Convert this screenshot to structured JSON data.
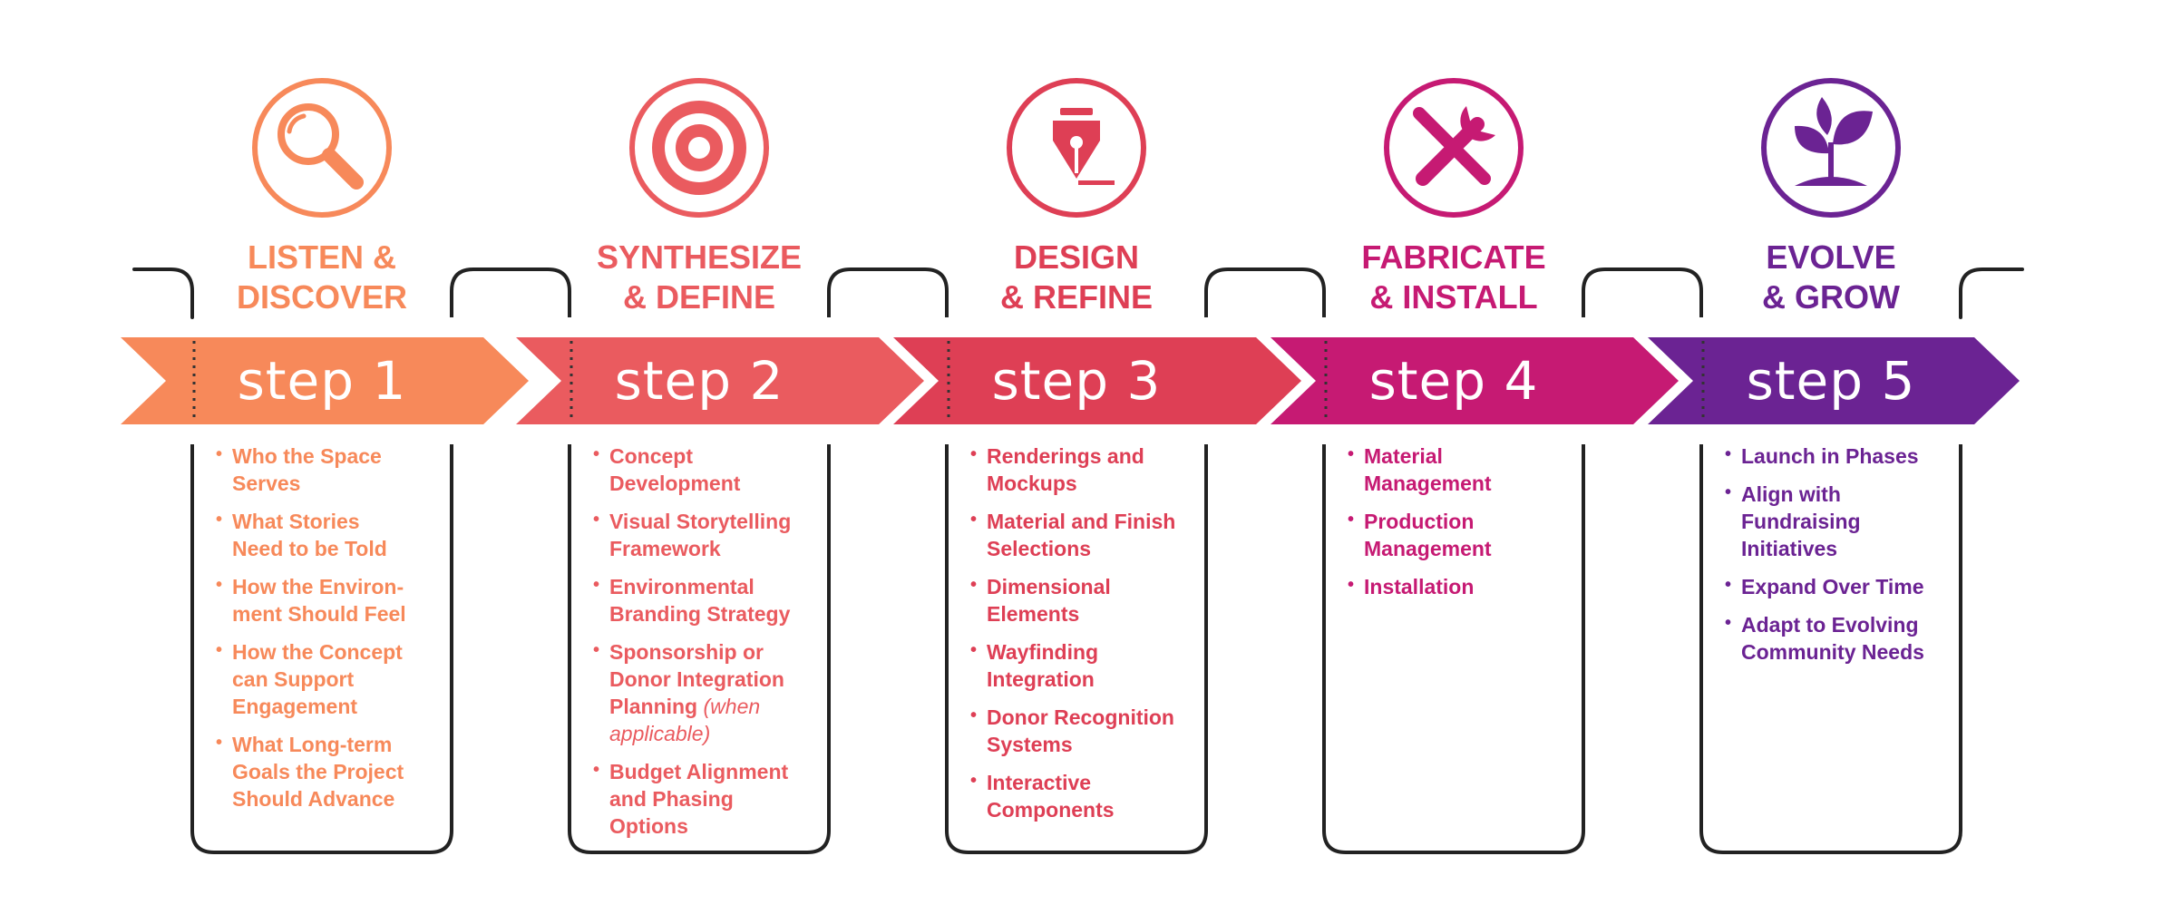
{
  "colors": {
    "step1": "#F7895A",
    "step2": "#EA5B5F",
    "step3": "#DE3F55",
    "step4": "#C61A73",
    "step5": "#6B2393",
    "outline": "#222222"
  },
  "steps": [
    {
      "icon": "magnifying-glass-icon",
      "title_line1": "LISTEN &",
      "title_line2": "DISCOVER",
      "label": "step 1",
      "items": [
        {
          "text": "Who the Space Serves",
          "note": ""
        },
        {
          "text": "What Stories Need to be Told",
          "note": ""
        },
        {
          "text": "How the Environ-ment Should Feel",
          "note": ""
        },
        {
          "text": "How the Concept can Support Engagement",
          "note": ""
        },
        {
          "text": "What Long-term Goals the Project Should Advance",
          "note": ""
        }
      ]
    },
    {
      "icon": "target-icon",
      "title_line1": "SYNTHESIZE",
      "title_line2": "& DEFINE",
      "label": "step 2",
      "items": [
        {
          "text": "Concept Development",
          "note": ""
        },
        {
          "text": "Visual Storytelling Framework",
          "note": ""
        },
        {
          "text": "Environmental Branding Strategy",
          "note": ""
        },
        {
          "text": "Sponsorship or Donor Integration Planning",
          "note": "(when applicable)"
        },
        {
          "text": "Budget Alignment and Phasing Options",
          "note": ""
        }
      ]
    },
    {
      "icon": "pen-nib-icon",
      "title_line1": "DESIGN",
      "title_line2": "& REFINE",
      "label": "step 3",
      "items": [
        {
          "text": "Renderings and Mockups",
          "note": ""
        },
        {
          "text": "Material and Finish Selections",
          "note": ""
        },
        {
          "text": "Dimensional Elements",
          "note": ""
        },
        {
          "text": "Wayfinding Integration",
          "note": ""
        },
        {
          "text": "Donor Recognition Systems",
          "note": ""
        },
        {
          "text": "Interactive Components",
          "note": ""
        }
      ]
    },
    {
      "icon": "wrench-screwdriver-icon",
      "title_line1": "FABRICATE",
      "title_line2": "& INSTALL",
      "label": "step 4",
      "items": [
        {
          "text": "Material Management",
          "note": ""
        },
        {
          "text": "Production Management",
          "note": ""
        },
        {
          "text": "Installation",
          "note": ""
        }
      ]
    },
    {
      "icon": "sprout-icon",
      "title_line1": "EVOLVE",
      "title_line2": "& GROW",
      "label": "step 5",
      "items": [
        {
          "text": "Launch in Phases",
          "note": ""
        },
        {
          "text": "Align with Fundraising Initiatives",
          "note": ""
        },
        {
          "text": "Expand Over Time",
          "note": ""
        },
        {
          "text": "Adapt to Evolving Community Needs",
          "note": ""
        }
      ]
    }
  ]
}
